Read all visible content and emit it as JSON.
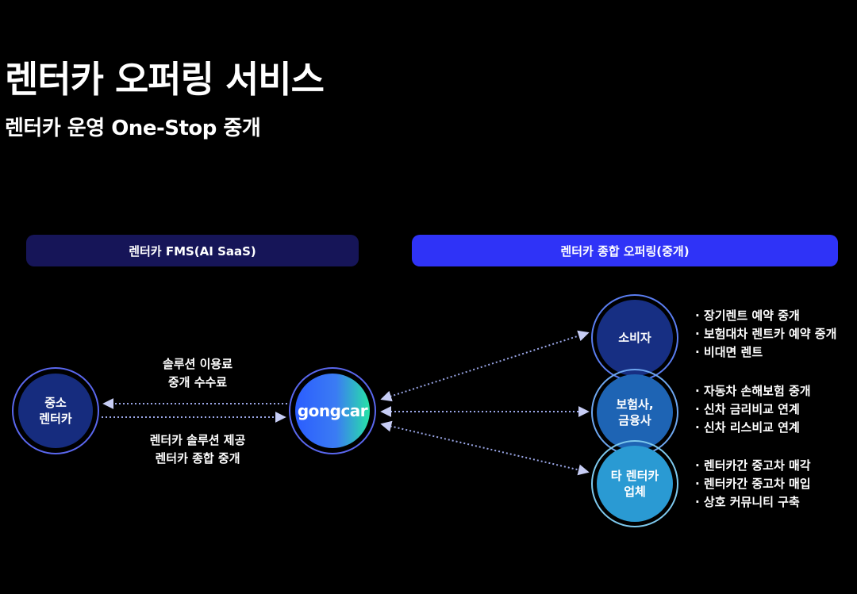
{
  "header": {
    "title": "렌터카 오퍼링 서비스",
    "subtitle": "렌터카 운영 One-Stop 중개"
  },
  "sections": {
    "fms": "렌터카 FMS(AI SaaS)",
    "offering": "렌터카 종합 오퍼링(중개)"
  },
  "nodes": {
    "sme": "중소\n렌터카",
    "hub": "gongcar",
    "consumer": "소비자",
    "insurer": "보험사,\n금융사",
    "rental": "타 렌터카\n업체"
  },
  "flows": {
    "to_sme": "솔루션 이용료\n중개 수수료",
    "to_hub": "렌터카 솔루션 제공\n렌터카 종합 중개"
  },
  "details": {
    "consumer": [
      "장기렌트 예약 중개",
      "보험대차 렌트카 예약 중개",
      "비대면 렌트"
    ],
    "insurer": [
      "자동차 손해보험 중개",
      "신차 금리비교 연계",
      "신차 리스비교 연계"
    ],
    "rental": [
      "렌터카간 중고차 매각",
      "렌터카간 중고차 매입",
      "상호 커뮤니티 구축"
    ]
  },
  "colors": {
    "fms_bar": "#161558",
    "offering_bar": "#2f33f7",
    "arrow": "#9aa6e6"
  }
}
